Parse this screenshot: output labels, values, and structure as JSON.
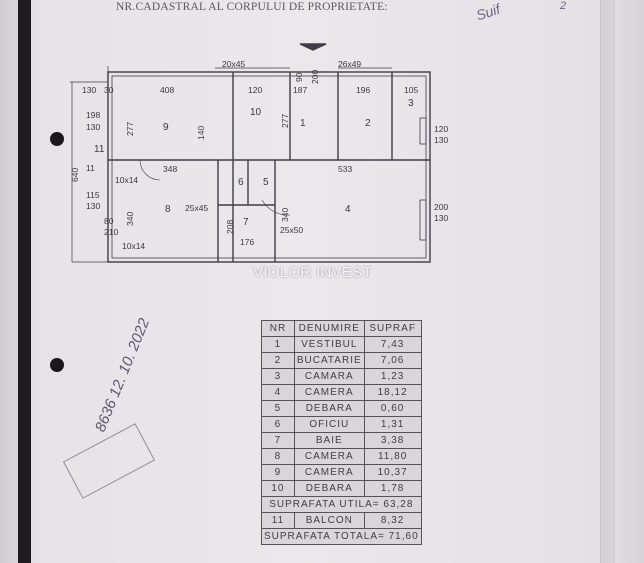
{
  "header": {
    "title": "NR.CADASTRAL AL CORPULUI DE PROPRIETATE:"
  },
  "watermark": "VIOLOR INVEST",
  "handwritten": {
    "date": "8636 12. 10. 2022",
    "corner": "2"
  },
  "plan": {
    "rooms": [
      "1",
      "2",
      "3",
      "4",
      "5",
      "6",
      "7",
      "8",
      "9",
      "10",
      "11"
    ],
    "dims": {
      "top_beam_left": "20x45",
      "top_beam_right": "26x49",
      "w130": "130",
      "w30": "30",
      "w408": "408",
      "w120": "120",
      "w187": "187",
      "w196": "196",
      "w105": "105",
      "h277a": "277",
      "h277b": "277",
      "h140": "140",
      "h90": "90",
      "h200": "200",
      "w348": "348",
      "w533": "533",
      "w176": "176",
      "h340a": "340",
      "h340b": "340",
      "h640": "640",
      "w11": "11",
      "h198": "198",
      "h130": "130",
      "h115": "115",
      "h130b": "130",
      "h80": "80",
      "h210": "210",
      "w10x14a": "10x14",
      "w10x14b": "10x14",
      "b25x45": "25x45",
      "b25x50": "25x50",
      "r120": "120",
      "r130": "130",
      "r200": "200",
      "r130b": "130",
      "h208": "208"
    }
  },
  "table": {
    "headers": [
      "NR",
      "DENUMIRE",
      "SUPRAF"
    ],
    "rows": [
      [
        "1",
        "VESTIBUL",
        "7,43"
      ],
      [
        "2",
        "BUCATARIE",
        "7,06"
      ],
      [
        "3",
        "CAMARA",
        "1,23"
      ],
      [
        "4",
        "CAMERA",
        "18,12"
      ],
      [
        "5",
        "DEBARA",
        "0,60"
      ],
      [
        "6",
        "OFICIU",
        "1,31"
      ],
      [
        "7",
        "BAIE",
        "3,38"
      ],
      [
        "8",
        "CAMERA",
        "11,80"
      ],
      [
        "9",
        "CAMERA",
        "10,37"
      ],
      [
        "10",
        "DEBARA",
        "1,78"
      ]
    ],
    "util": "SUPRAFATA UTILA= 63,28",
    "balcon": [
      "11",
      "BALCON",
      "8,32"
    ],
    "total": "SUPRAFATA TOTALA= 71,60"
  }
}
